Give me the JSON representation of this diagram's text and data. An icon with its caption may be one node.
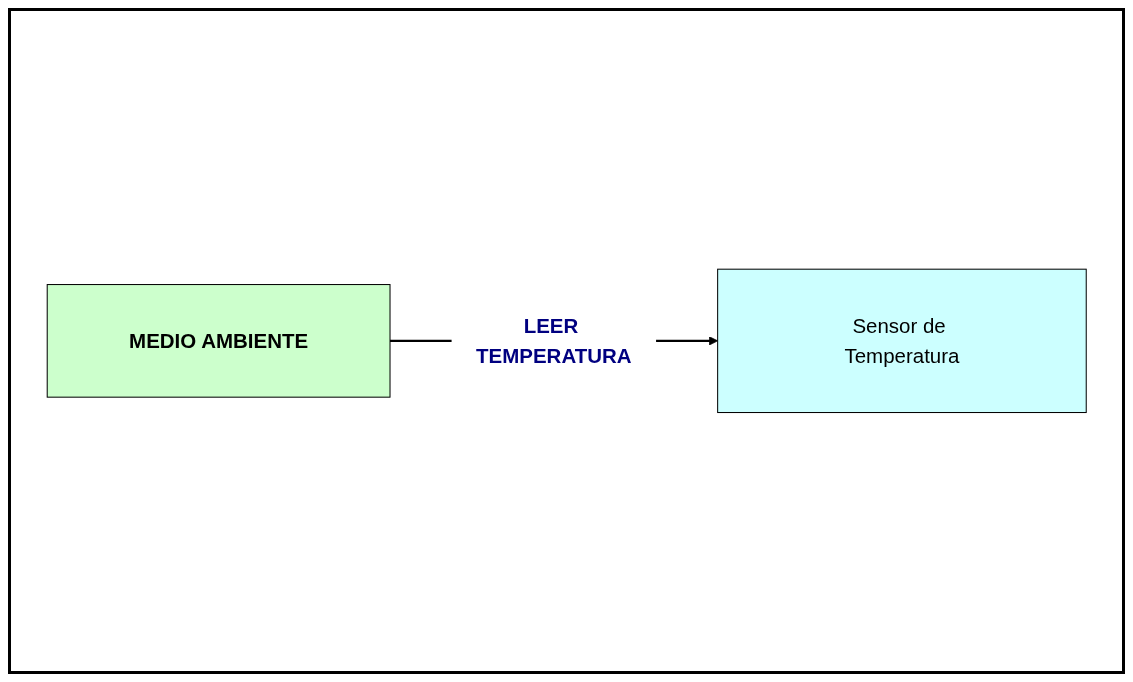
{
  "diagram": {
    "nodes": [
      {
        "text": [
          "MEDIO AMBIENTE"
        ]
      },
      {
        "text": [
          "Sensor de Temperatura"
        ]
      }
    ],
    "edges": [
      {
        "from": 0,
        "to": 1,
        "arrow": "to",
        "label": "LEER TEMPERATURA"
      }
    ]
  }
}
